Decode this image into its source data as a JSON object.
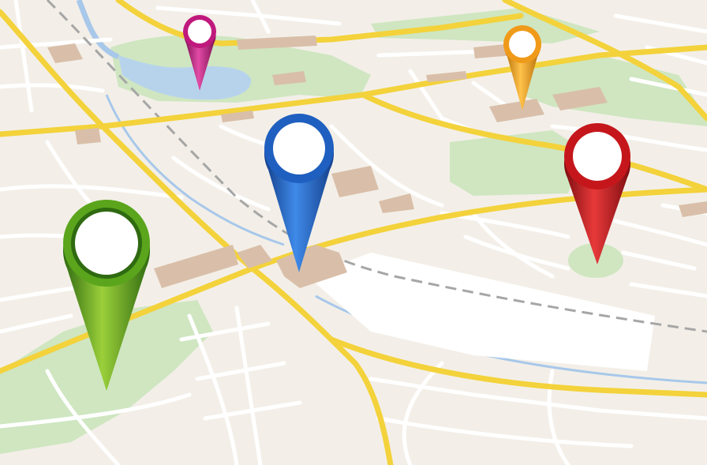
{
  "map": {
    "colors": {
      "land": "#f3efe8",
      "park": "#cfe6c1",
      "water": "#b7d3ec",
      "water_line": "#a8c8ea",
      "major_road": "#f3d23b",
      "minor_road": "#ffffff",
      "building": "#d9bfa9",
      "railway": "#a6a6a6",
      "plaza": "#ffffff"
    },
    "pins": [
      {
        "name": "pin-magenta",
        "color": "#c0197d",
        "light": "#e14ba6",
        "dark": "#7e0f52"
      },
      {
        "name": "pin-orange",
        "color": "#f09a1a",
        "light": "#ffc24a",
        "dark": "#b46b06"
      },
      {
        "name": "pin-blue",
        "color": "#1f5fbf",
        "light": "#3f8ae8",
        "dark": "#143e8a"
      },
      {
        "name": "pin-red",
        "color": "#c5171b",
        "light": "#e8393a",
        "dark": "#7d0d10"
      },
      {
        "name": "pin-green",
        "color": "#5aa51c",
        "light": "#9bd03a",
        "dark": "#2f6a11"
      }
    ]
  }
}
